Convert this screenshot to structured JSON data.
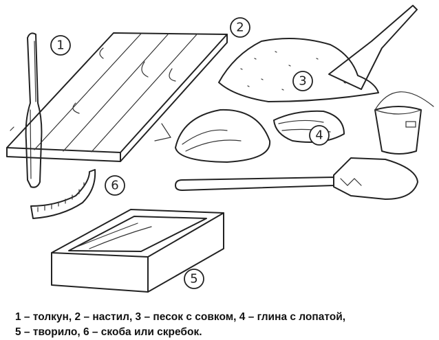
{
  "figure": {
    "markers": [
      "1",
      "2",
      "3",
      "4",
      "5",
      "6"
    ]
  },
  "caption": {
    "line1": "1 – толкун, 2 – настил, 3 – песок с совком, 4 – глина с лопатой,",
    "line2": "5 – творило, 6 – скоба или скребок."
  }
}
